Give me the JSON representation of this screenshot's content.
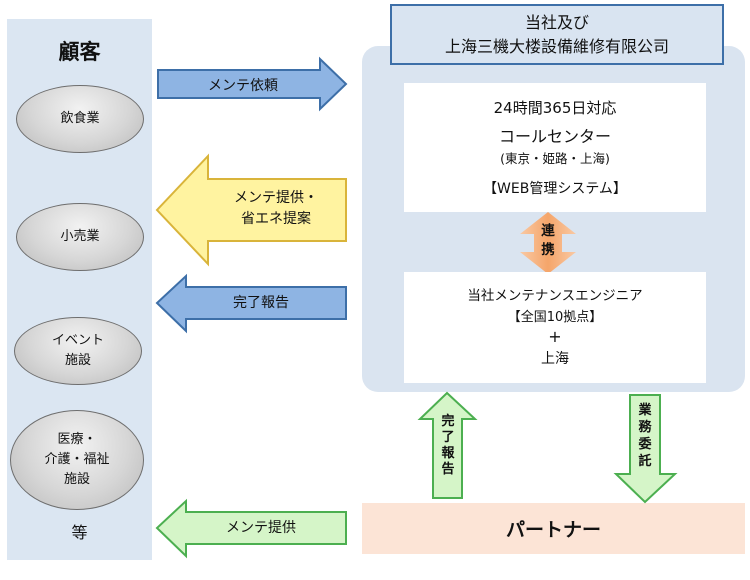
{
  "customers": {
    "title": "顧客",
    "segments": [
      {
        "lines": [
          "飲食業"
        ]
      },
      {
        "lines": [
          "小売業"
        ]
      },
      {
        "lines": [
          "イベント",
          "施設"
        ]
      },
      {
        "lines": [
          "医療・",
          "介護・福祉",
          "施設"
        ]
      }
    ],
    "etc": "等"
  },
  "company": {
    "header_line1": "当社及び",
    "header_line2": "上海三機大楼設備維修有限公司",
    "call_center": {
      "line1": "24時間365日対応",
      "line2": "コールセンター",
      "line3": "(東京・姫路・上海)",
      "line4": "【WEB管理システム】"
    },
    "link_label": [
      "連",
      "携"
    ],
    "engineers": {
      "line1": "当社メンテナンスエンジニア",
      "line2": "【全国10拠点】",
      "line3": "+",
      "line4": "上海"
    }
  },
  "partner": {
    "label": "パートナー"
  },
  "flows": {
    "request": "メンテ依頼",
    "proposal": [
      "メンテ提供・",
      "省エネ提案"
    ],
    "report": "完了報告",
    "partner_service": "メンテ提供",
    "partner_report": [
      "完",
      "了",
      "報",
      "告"
    ],
    "outsourcing": [
      "業",
      "務",
      "委",
      "託"
    ]
  },
  "colors": {
    "blue_arrow": "#8eb4e3",
    "blue_arrow_border": "#3d6fa8",
    "yellow_arrow": "#fff3a0",
    "yellow_arrow_border": "#d9b43a",
    "green_arrow": "#d5f5c8",
    "green_arrow_border": "#4caf50",
    "orange_arrow": "#f7b98a"
  }
}
